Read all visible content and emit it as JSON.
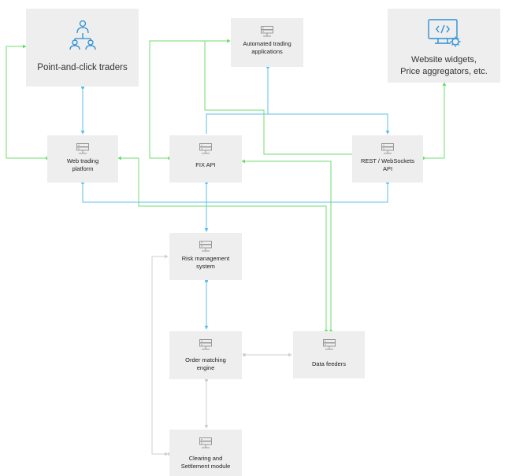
{
  "colors": {
    "blue": "#5bc0eb",
    "green": "#6fdc6f",
    "gray": "#cfcfcf",
    "box": "#eeeeee",
    "icon_blue": "#2b8fd6"
  },
  "nodes": {
    "traders": {
      "label": "Point-and-click traders",
      "icon": "users-icon"
    },
    "automated": {
      "label": "Automated trading\napplications",
      "icon": "server-icon"
    },
    "widgets": {
      "label": "Website widgets,\nPrice aggregators, etc.",
      "icon": "monitor-code-icon"
    },
    "web_platform": {
      "label": "Web trading\nplatform",
      "icon": "server-icon"
    },
    "fix_api": {
      "label": "FIX API",
      "icon": "server-icon"
    },
    "rest_api": {
      "label": "REST / WebSockets\nAPI",
      "icon": "server-icon"
    },
    "risk": {
      "label": "Risk management\nsystem",
      "icon": "server-icon"
    },
    "matching": {
      "label": "Order matching\nengine",
      "icon": "server-icon"
    },
    "feeders": {
      "label": "Data feeders",
      "icon": "server-icon"
    },
    "clearing": {
      "label": "Clearing and\nSettlement module",
      "icon": "server-icon"
    }
  }
}
